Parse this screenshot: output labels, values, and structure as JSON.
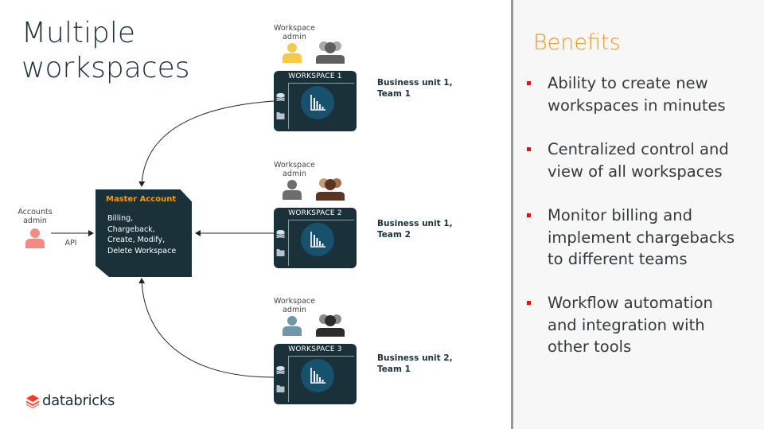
{
  "title_line1": "Multiple",
  "title_line2": "workspaces",
  "accounts_admin": {
    "line1": "Accounts",
    "line2": "admin"
  },
  "api_label": "API",
  "master_account": {
    "title": "Master Account",
    "lines": [
      "Billing,",
      "Chargeback,",
      "Create, Modify,",
      "Delete Workspace"
    ]
  },
  "workspaces": [
    {
      "admin_line1": "Workspace",
      "admin_line2": "admin",
      "name": "WORKSPACE 1",
      "bu_line1": "Business unit 1,",
      "bu_line2": "Team 1"
    },
    {
      "admin_line1": "Workspace",
      "admin_line2": "admin",
      "name": "WORKSPACE 2",
      "bu_line1": "Business unit 1,",
      "bu_line2": "Team 2"
    },
    {
      "admin_line1": "Workspace",
      "admin_line2": "admin",
      "name": "WORKSPACE 3",
      "bu_line1": "Business unit 2,",
      "bu_line2": "Team 1"
    }
  ],
  "benefits": {
    "title": "Benefits",
    "items": [
      {
        "line1": "Ability to create new",
        "line2": "workspaces in minutes"
      },
      {
        "line1": "Centralized control and",
        "line2": "view of all workspaces"
      },
      {
        "line1": "Monitor billing and",
        "line2": "implement chargebacks",
        "line3": "to different teams"
      },
      {
        "line1": "Workflow automation",
        "line2": "and integration with",
        "line3": "other tools"
      }
    ]
  },
  "logo": {
    "text": "databricks"
  },
  "colors": {
    "accent": "#f09a1f",
    "navy": "#1b3139",
    "bullet": "#d11b1b",
    "accounts_admin": "#f28b82"
  }
}
